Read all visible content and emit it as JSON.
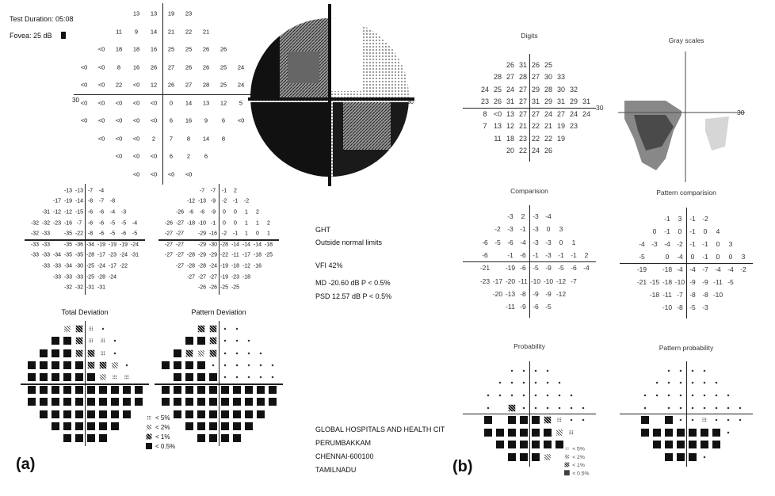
{
  "panel_a": {
    "label": "(a)",
    "test_duration": "Test Duration: 05:08",
    "fovea": "Fovea: 25 dB",
    "axis_tick": "30",
    "threshold": [
      {
        "l": [
          "13",
          "13"
        ],
        "r": [
          "19",
          "23"
        ]
      },
      {
        "l": [
          "11",
          "9",
          "14"
        ],
        "r": [
          "21",
          "22",
          "21"
        ]
      },
      {
        "l": [
          "<0",
          "18",
          "18",
          "16"
        ],
        "r": [
          "25",
          "25",
          "26",
          "26"
        ]
      },
      {
        "l": [
          "<0",
          "<0",
          "8",
          "16",
          "26"
        ],
        "r": [
          "27",
          "26",
          "26",
          "25",
          "24"
        ]
      },
      {
        "l": [
          "<0",
          "<0",
          "22",
          "<0",
          "12"
        ],
        "r": [
          "26",
          "27",
          "28",
          "25",
          "24"
        ]
      },
      {
        "l": [
          "<0",
          "<0",
          "<0",
          "<0",
          "<0"
        ],
        "r": [
          "0",
          "14",
          "13",
          "12",
          "5"
        ]
      },
      {
        "l": [
          "<0",
          "<0",
          "<0",
          "<0",
          "<0"
        ],
        "r": [
          "6",
          "16",
          "9",
          "6",
          "<0"
        ]
      },
      {
        "l": [
          "<0",
          "<0",
          "<0",
          "2"
        ],
        "r": [
          "7",
          "8",
          "14",
          "8"
        ]
      },
      {
        "l": [
          "<0",
          "<0",
          "<0"
        ],
        "r": [
          "6",
          "2",
          "6"
        ]
      },
      {
        "l": [
          "<0",
          "<0"
        ],
        "r": [
          "<0",
          "<0"
        ]
      }
    ],
    "total_deviation": [
      {
        "l": [
          "-13",
          "-13"
        ],
        "r": [
          "-7",
          "-4"
        ]
      },
      {
        "l": [
          "-17",
          "-19",
          "-14"
        ],
        "r": [
          "-8",
          "-7",
          "-8"
        ]
      },
      {
        "l": [
          "-31",
          "-12",
          "-12",
          "-15"
        ],
        "r": [
          "-6",
          "-6",
          "-4",
          "-3"
        ]
      },
      {
        "l": [
          "-32",
          "-32",
          "-23",
          "-16",
          "-7"
        ],
        "r": [
          "-6",
          "-6",
          "-5",
          "-5",
          "-4"
        ]
      },
      {
        "l": [
          "-32",
          "-33",
          "",
          "-35",
          "-22"
        ],
        "r": [
          "-8",
          "-6",
          "-5",
          "-6",
          "-5"
        ]
      },
      {
        "l": [
          "-33",
          "-33",
          "",
          "-35",
          "-36"
        ],
        "r": [
          "-34",
          "-19",
          "-19",
          "-19",
          "-24"
        ]
      },
      {
        "l": [
          "-33",
          "-33",
          "-34",
          "-35",
          "-35"
        ],
        "r": [
          "-28",
          "-17",
          "-23",
          "-24",
          "-31"
        ]
      },
      {
        "l": [
          "-33",
          "-33",
          "-34",
          "-30"
        ],
        "r": [
          "-25",
          "-24",
          "-17",
          "-22"
        ]
      },
      {
        "l": [
          "-33",
          "-33",
          "-33"
        ],
        "r": [
          "-25",
          "-28",
          "-24"
        ]
      },
      {
        "l": [
          "-32",
          "-32"
        ],
        "r": [
          "-31",
          "-31"
        ]
      }
    ],
    "pattern_deviation": [
      {
        "l": [
          "-7",
          "-7"
        ],
        "r": [
          "-1",
          "2"
        ]
      },
      {
        "l": [
          "-12",
          "-13",
          "-9"
        ],
        "r": [
          "-2",
          "-1",
          "-2"
        ]
      },
      {
        "l": [
          "-26",
          "-6",
          "-6",
          "-9"
        ],
        "r": [
          "0",
          "0",
          "1",
          "2"
        ]
      },
      {
        "l": [
          "-26",
          "-27",
          "-18",
          "-10",
          "-1"
        ],
        "r": [
          "0",
          "0",
          "1",
          "1",
          "2"
        ]
      },
      {
        "l": [
          "-27",
          "-27",
          "",
          "-29",
          "-16"
        ],
        "r": [
          "-2",
          "-1",
          "1",
          "0",
          "1"
        ]
      },
      {
        "l": [
          "-27",
          "-27",
          "",
          "-29",
          "-30"
        ],
        "r": [
          "-28",
          "-14",
          "-14",
          "-14",
          "-18"
        ]
      },
      {
        "l": [
          "-27",
          "-27",
          "-28",
          "-29",
          "-29"
        ],
        "r": [
          "-22",
          "-11",
          "-17",
          "-18",
          "-25"
        ]
      },
      {
        "l": [
          "-27",
          "-28",
          "-28",
          "-24"
        ],
        "r": [
          "-19",
          "-18",
          "-12",
          "-16"
        ]
      },
      {
        "l": [
          "-27",
          "-27",
          "-27"
        ],
        "r": [
          "-19",
          "-23",
          "-18"
        ]
      },
      {
        "l": [
          "-26",
          "-26"
        ],
        "r": [
          "-25",
          "-25"
        ]
      }
    ],
    "total_deviation_title": "Total Deviation",
    "pattern_deviation_title": "Pattern Deviation",
    "total_prob": [
      {
        "l": [
          "2",
          "3"
        ],
        "r": [
          "1",
          "."
        ]
      },
      {
        "l": [
          "4",
          "4",
          "3"
        ],
        "r": [
          "1",
          "1",
          "."
        ]
      },
      {
        "l": [
          "4",
          "4",
          "4",
          "3"
        ],
        "r": [
          "3",
          "1",
          "."
        ]
      },
      {
        "l": [
          "4",
          "4",
          "4",
          "4",
          "4"
        ],
        "r": [
          "3",
          "3",
          "2",
          "."
        ]
      },
      {
        "l": [
          "4",
          "4",
          "4",
          "4",
          "4"
        ],
        "r": [
          "4",
          "2",
          "1",
          "1"
        ]
      },
      {
        "l": [
          "4",
          "4",
          "4",
          "4",
          "4"
        ],
        "r": [
          "4",
          "4",
          "4",
          "4",
          "4"
        ]
      },
      {
        "l": [
          "4",
          "4",
          "4",
          "4",
          "4"
        ],
        "r": [
          "4",
          "4",
          "4",
          "4",
          "4"
        ]
      },
      {
        "l": [
          "4",
          "4",
          "4",
          "4"
        ],
        "r": [
          "4",
          "4",
          "4",
          "4"
        ]
      },
      {
        "l": [
          "4",
          "4",
          "4"
        ],
        "r": [
          "4",
          "4",
          "4"
        ]
      },
      {
        "l": [
          "4",
          "4"
        ],
        "r": [
          "4",
          "4"
        ]
      }
    ],
    "pattern_prob": [
      {
        "l": [
          "3",
          "3"
        ],
        "r": [
          ".",
          "."
        ]
      },
      {
        "l": [
          "4",
          "4",
          "3"
        ],
        "r": [
          ".",
          ".",
          "."
        ]
      },
      {
        "l": [
          "4",
          "3",
          "2",
          "3"
        ],
        "r": [
          ".",
          ".",
          ".",
          "."
        ]
      },
      {
        "l": [
          "4",
          "4",
          "4",
          "4",
          "."
        ],
        "r": [
          ".",
          ".",
          ".",
          ".",
          "."
        ]
      },
      {
        "l": [
          "4",
          "4",
          "4",
          "4"
        ],
        "r": [
          ".",
          ".",
          ".",
          ".",
          "."
        ]
      },
      {
        "l": [
          "4",
          "4",
          "4",
          "4",
          "4"
        ],
        "r": [
          "4",
          "4",
          "4",
          "4",
          "4"
        ]
      },
      {
        "l": [
          "4",
          "4",
          "4",
          "4",
          "4"
        ],
        "r": [
          "4",
          "4",
          "4",
          "4",
          "4"
        ]
      },
      {
        "l": [
          "4",
          "4",
          "4",
          "4"
        ],
        "r": [
          "4",
          "4",
          "4",
          "4"
        ]
      },
      {
        "l": [
          "4",
          "4",
          "4"
        ],
        "r": [
          "4",
          "4",
          "4"
        ]
      },
      {
        "l": [
          "4",
          "4"
        ],
        "r": [
          "4",
          "4"
        ]
      }
    ],
    "legend": [
      "< 5%",
      "< 2%",
      "< 1%",
      "< 0.5%"
    ],
    "ght_label": "GHT",
    "ght_value": "Outside normal limits",
    "vfi": "VFI    42%",
    "md": "MD     -20.60 dB  P < 0.5%",
    "psd": "PSD    12.57 dB  P < 0.5%",
    "address": [
      "GLOBAL HOSPITALS AND HEALTH CIT",
      "PERUMBAKKAM",
      "CHENNAI-600100",
      "TAMILNADU"
    ]
  },
  "panel_b": {
    "label": "(b)",
    "digits_title": "Digits",
    "gray_title": "Gray scales",
    "comparison_title": "Comparision",
    "pattern_comparison_title": "Pattern comparision",
    "probability_title": "Probability",
    "pattern_probability_title": "Pattern probability",
    "axis_tick": "30",
    "digits": [
      {
        "l": [
          "26",
          "31"
        ],
        "r": [
          "26",
          "25"
        ]
      },
      {
        "l": [
          "28",
          "27",
          "28"
        ],
        "r": [
          "27",
          "30",
          "33"
        ]
      },
      {
        "l": [
          "24",
          "25",
          "24",
          "27"
        ],
        "r": [
          "29",
          "28",
          "30",
          "32"
        ]
      },
      {
        "l": [
          "23",
          "26",
          "31",
          "27"
        ],
        "r": [
          "31",
          "29",
          "31",
          "29",
          "31"
        ]
      },
      {
        "l": [
          "8",
          "<0",
          "13",
          "27"
        ],
        "r": [
          "27",
          "24",
          "27",
          "24",
          "24"
        ]
      },
      {
        "l": [
          "7",
          "13",
          "12",
          "21"
        ],
        "r": [
          "22",
          "21",
          "19",
          "23"
        ]
      },
      {
        "l": [
          "11",
          "18",
          "23"
        ],
        "r": [
          "22",
          "22",
          "19"
        ]
      },
      {
        "l": [
          "20",
          "22"
        ],
        "r": [
          "24",
          "26"
        ]
      }
    ],
    "comparison": [
      {
        "l": [
          "-3",
          "2"
        ],
        "r": [
          "-3",
          "-4"
        ]
      },
      {
        "l": [
          "-2",
          "-3",
          "-1"
        ],
        "r": [
          "-3",
          "0",
          "3"
        ]
      },
      {
        "l": [
          "-6",
          "-5",
          "-6",
          "-4"
        ],
        "r": [
          "-3",
          "-3",
          "0",
          "1"
        ]
      },
      {
        "l": [
          "-6",
          "",
          "-1",
          "-6"
        ],
        "r": [
          "-1",
          "-3",
          "-1",
          "-1",
          "2"
        ]
      },
      {
        "l": [
          "-21",
          "",
          "-19",
          "-6"
        ],
        "r": [
          "-5",
          "-9",
          "-5",
          "-6",
          "-4"
        ]
      },
      {
        "l": [
          "-23",
          "-17",
          "-20",
          "-11"
        ],
        "r": [
          "-10",
          "-10",
          "-12",
          "-7"
        ]
      },
      {
        "l": [
          "-20",
          "-13",
          "-8"
        ],
        "r": [
          "-9",
          "-9",
          "-12"
        ]
      },
      {
        "l": [
          "-11",
          "-9"
        ],
        "r": [
          "-6",
          "-5"
        ]
      }
    ],
    "pattern_comparison": [
      {
        "l": [
          "-1",
          "3"
        ],
        "r": [
          "-1",
          "-2"
        ]
      },
      {
        "l": [
          "0",
          "-1",
          "0"
        ],
        "r": [
          "-1",
          "0",
          "4"
        ]
      },
      {
        "l": [
          "-4",
          "-3",
          "-4",
          "-2"
        ],
        "r": [
          "-1",
          "-1",
          "0",
          "3"
        ]
      },
      {
        "l": [
          "-5",
          "",
          "0",
          "-4"
        ],
        "r": [
          "0",
          "-1",
          "0",
          "0",
          "3"
        ]
      },
      {
        "l": [
          "-19",
          "",
          "-18",
          "-4"
        ],
        "r": [
          "-4",
          "-7",
          "-4",
          "-4",
          "-2"
        ]
      },
      {
        "l": [
          "-21",
          "-15",
          "-18",
          "-10"
        ],
        "r": [
          "-9",
          "-9",
          "-11",
          "-5"
        ]
      },
      {
        "l": [
          "-18",
          "-11",
          "-7"
        ],
        "r": [
          "-8",
          "-8",
          "-10"
        ]
      },
      {
        "l": [
          "-10",
          "-8"
        ],
        "r": [
          "-5",
          "-3"
        ]
      }
    ],
    "probability": [
      {
        "l": [
          ".",
          "."
        ],
        "r": [
          ".",
          "."
        ]
      },
      {
        "l": [
          ".",
          ".",
          "."
        ],
        "r": [
          ".",
          ".",
          "."
        ]
      },
      {
        "l": [
          ".",
          ".",
          ".",
          "."
        ],
        "r": [
          ".",
          ".",
          ".",
          "."
        ]
      },
      {
        "l": [
          ".",
          "",
          "3",
          "."
        ],
        "r": [
          ".",
          ".",
          ".",
          ".",
          "."
        ]
      },
      {
        "l": [
          "4",
          "",
          "4",
          "4"
        ],
        "r": [
          "4",
          "3",
          "1",
          ".",
          "."
        ]
      },
      {
        "l": [
          "4",
          "4",
          "4",
          "4"
        ],
        "r": [
          "4",
          "4",
          "2",
          "1"
        ]
      },
      {
        "l": [
          "4",
          "4",
          "4"
        ],
        "r": [
          "4",
          "4",
          "4"
        ]
      },
      {
        "l": [
          "4",
          "4"
        ],
        "r": [
          "4",
          "2"
        ]
      }
    ],
    "pattern_probability": [
      {
        "l": [
          ".",
          "."
        ],
        "r": [
          ".",
          "."
        ]
      },
      {
        "l": [
          ".",
          ".",
          "."
        ],
        "r": [
          ".",
          ".",
          "."
        ]
      },
      {
        "l": [
          ".",
          ".",
          ".",
          "."
        ],
        "r": [
          ".",
          ".",
          ".",
          "."
        ]
      },
      {
        "l": [
          ".",
          "",
          ".",
          "."
        ],
        "r": [
          ".",
          ".",
          ".",
          ".",
          "."
        ]
      },
      {
        "l": [
          "4",
          "",
          "4",
          "."
        ],
        "r": [
          ".",
          "1",
          ".",
          ".",
          "."
        ]
      },
      {
        "l": [
          "4",
          "4",
          "4",
          "4"
        ],
        "r": [
          "4",
          "4",
          "4",
          "."
        ]
      },
      {
        "l": [
          "4",
          "4",
          "4"
        ],
        "r": [
          "4",
          "4",
          "4"
        ]
      },
      {
        "l": [
          "4",
          "4"
        ],
        "r": [
          "4",
          "."
        ]
      }
    ],
    "legend": [
      "< 5%",
      "< 2%",
      "< 1%",
      "< 0.5%"
    ]
  }
}
